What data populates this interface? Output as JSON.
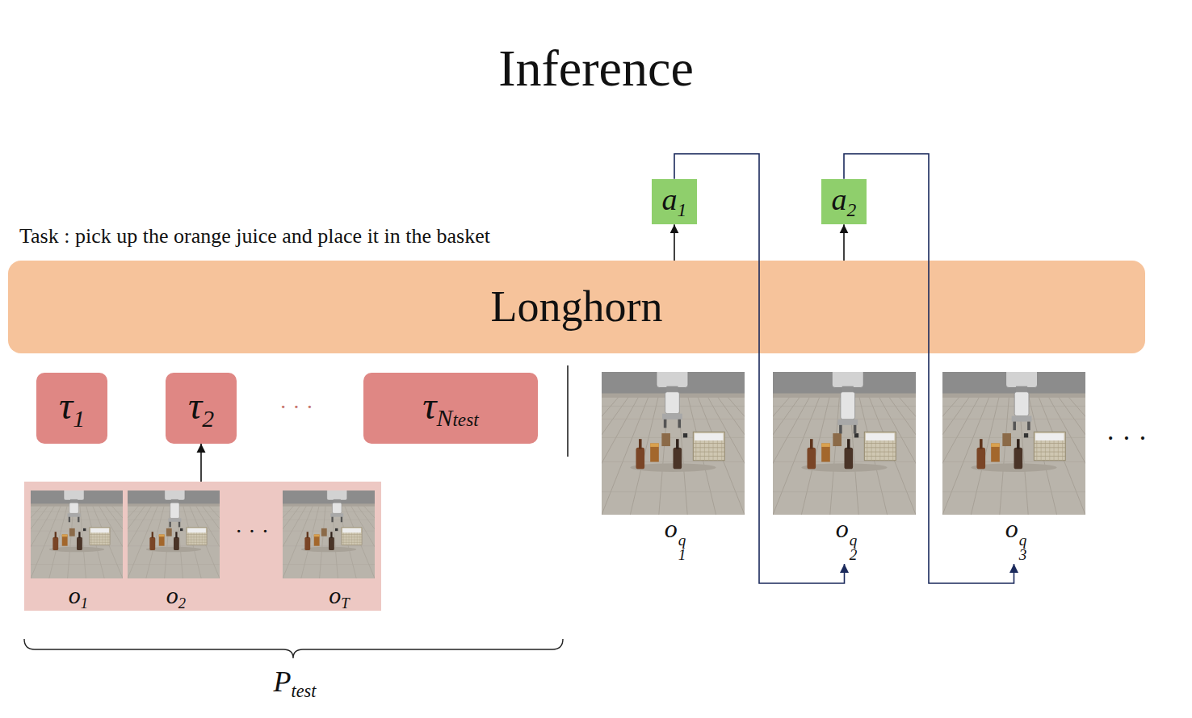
{
  "diagram": {
    "title": "Inference",
    "nodes": [
      {
        "text": [
          "a1"
        ]
      },
      {
        "text": [
          "a2"
        ]
      },
      {
        "text": [
          "Longhorn"
        ]
      },
      {
        "text": [
          "τ1"
        ]
      },
      {
        "text": [
          "τ2"
        ]
      },
      {
        "text": [
          "τNtest"
        ]
      },
      {
        "text": [
          "o1",
          "o2",
          "· · ·",
          "oT"
        ]
      },
      {
        "text": [
          "oq1"
        ]
      },
      {
        "text": [
          "oq2"
        ]
      },
      {
        "text": [
          "oq3"
        ]
      }
    ],
    "edges": [
      {
        "from": 2,
        "to": 0,
        "arrow": "to"
      },
      {
        "from": 2,
        "to": 1,
        "arrow": "to"
      },
      {
        "from": 0,
        "to": 8,
        "arrow": "to"
      },
      {
        "from": 1,
        "to": 9,
        "arrow": "to"
      },
      {
        "from": 6,
        "to": 4,
        "arrow": "to"
      }
    ],
    "labels": [
      "Task : pick up the orange juice and place it in the basket",
      "· · ·",
      "· · ·",
      "Ptest"
    ]
  }
}
